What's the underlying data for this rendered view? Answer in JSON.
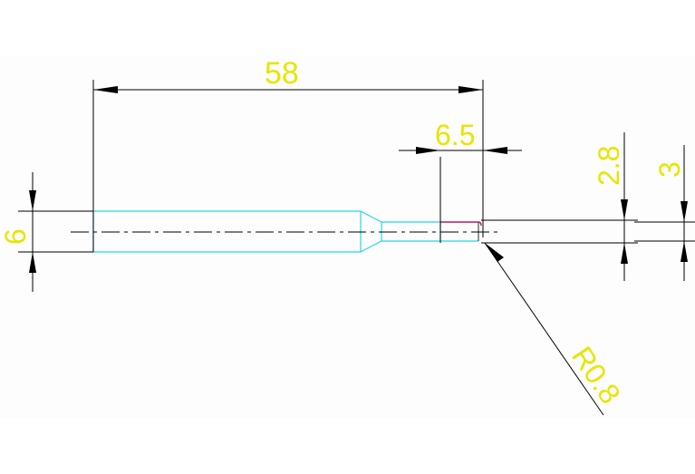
{
  "drawing": {
    "dimensions": {
      "overall_length": "58",
      "tip_length": "6.5",
      "shank_diameter": "6",
      "tip_diameter_a": "2.8",
      "tip_diameter_b": "3",
      "tip_radius": "R0.8"
    }
  }
}
